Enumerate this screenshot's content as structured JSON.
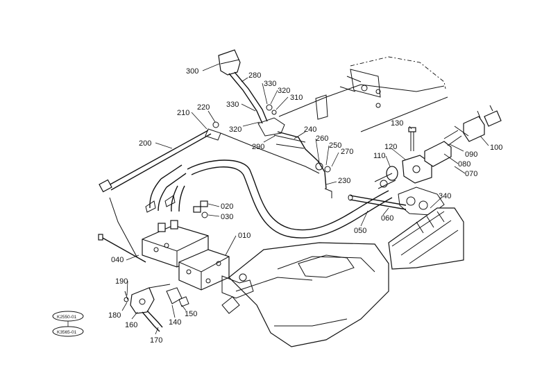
{
  "diagram": {
    "part_labels": {
      "p300": "300",
      "p280": "280",
      "p330a": "330",
      "p320a": "320",
      "p310": "310",
      "p330b": "330",
      "p320b": "320",
      "p210": "210",
      "p220": "220",
      "p200": "200",
      "p290": "290",
      "p240": "240",
      "p260": "260",
      "p250": "250",
      "p270": "270",
      "p230": "230",
      "p130": "130",
      "p110": "110",
      "p120": "120",
      "p090": "090",
      "p080": "080",
      "p070": "070",
      "p100": "100",
      "p020": "020",
      "p030": "030",
      "p010": "010",
      "p050": "050",
      "p060": "060",
      "p340": "340",
      "p040": "040",
      "p190": "190",
      "p180": "180",
      "p160": "160",
      "p170": "170",
      "p140": "140",
      "p150": "150"
    },
    "ref_codes": {
      "top": "K2550-01",
      "bottom": "K3565-01"
    }
  }
}
